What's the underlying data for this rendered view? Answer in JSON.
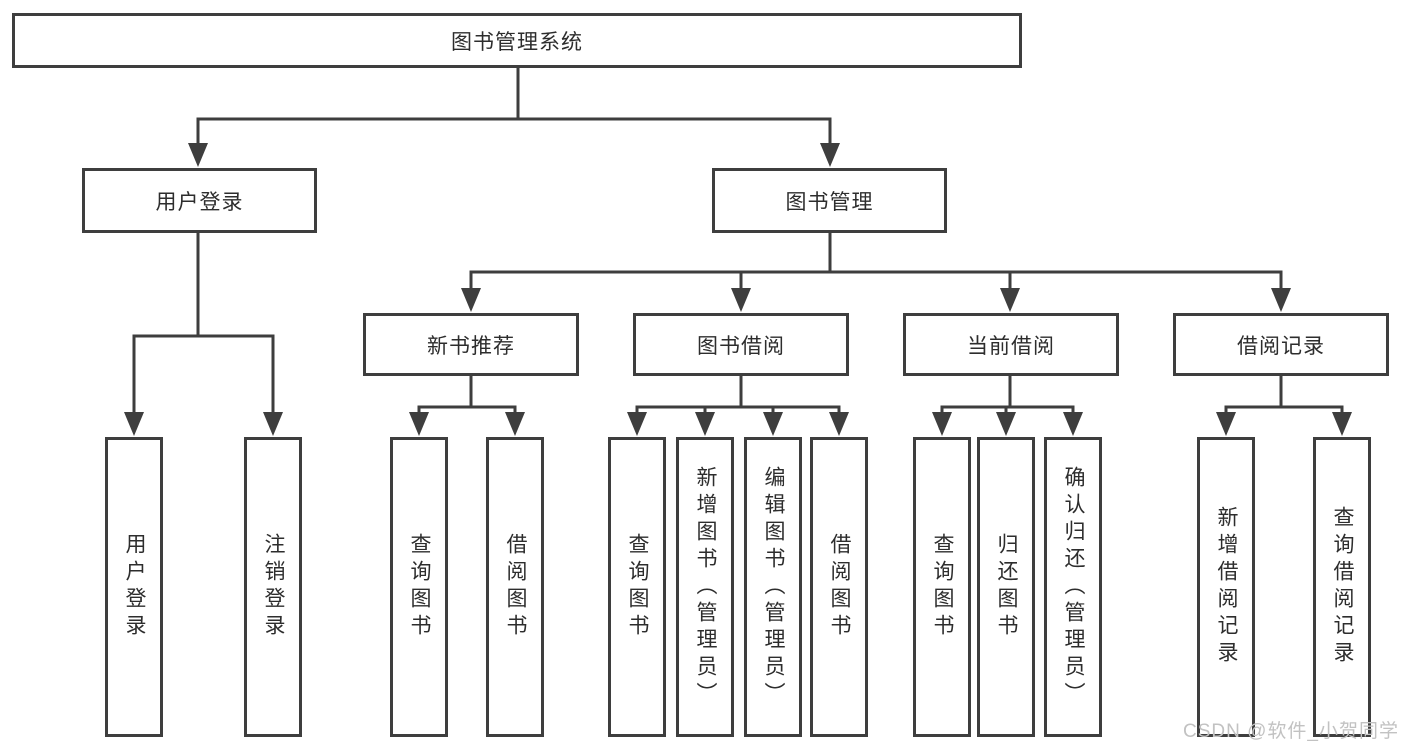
{
  "colors": {
    "background": "#ffffff",
    "line": "#3e3e3e",
    "box_border": "#3e3e3e",
    "text": "#2d2d2d",
    "watermark_text": "#c2c2c2"
  },
  "diagram": {
    "title": "图书管理系统",
    "level2": [
      {
        "label": "用户登录"
      },
      {
        "label": "图书管理"
      }
    ],
    "level3": [
      {
        "label": "新书推荐"
      },
      {
        "label": "图书借阅"
      },
      {
        "label": "当前借阅"
      },
      {
        "label": "借阅记录"
      }
    ],
    "leaves": {
      "user_login": [
        "用户登录",
        "注销登录"
      ],
      "new_book_recommend": [
        "查询图书",
        "借阅图书"
      ],
      "book_borrow": [
        "查询图书",
        "新增图书（管理员）",
        "编辑图书（管理员）",
        "借阅图书"
      ],
      "current_borrow": [
        "查询图书",
        "归还图书",
        "确认归还（管理员）"
      ],
      "borrow_record": [
        "新增借阅记录",
        "查询借阅记录"
      ]
    }
  },
  "watermark": {
    "text": "CSDN @软件_小贺同学"
  }
}
